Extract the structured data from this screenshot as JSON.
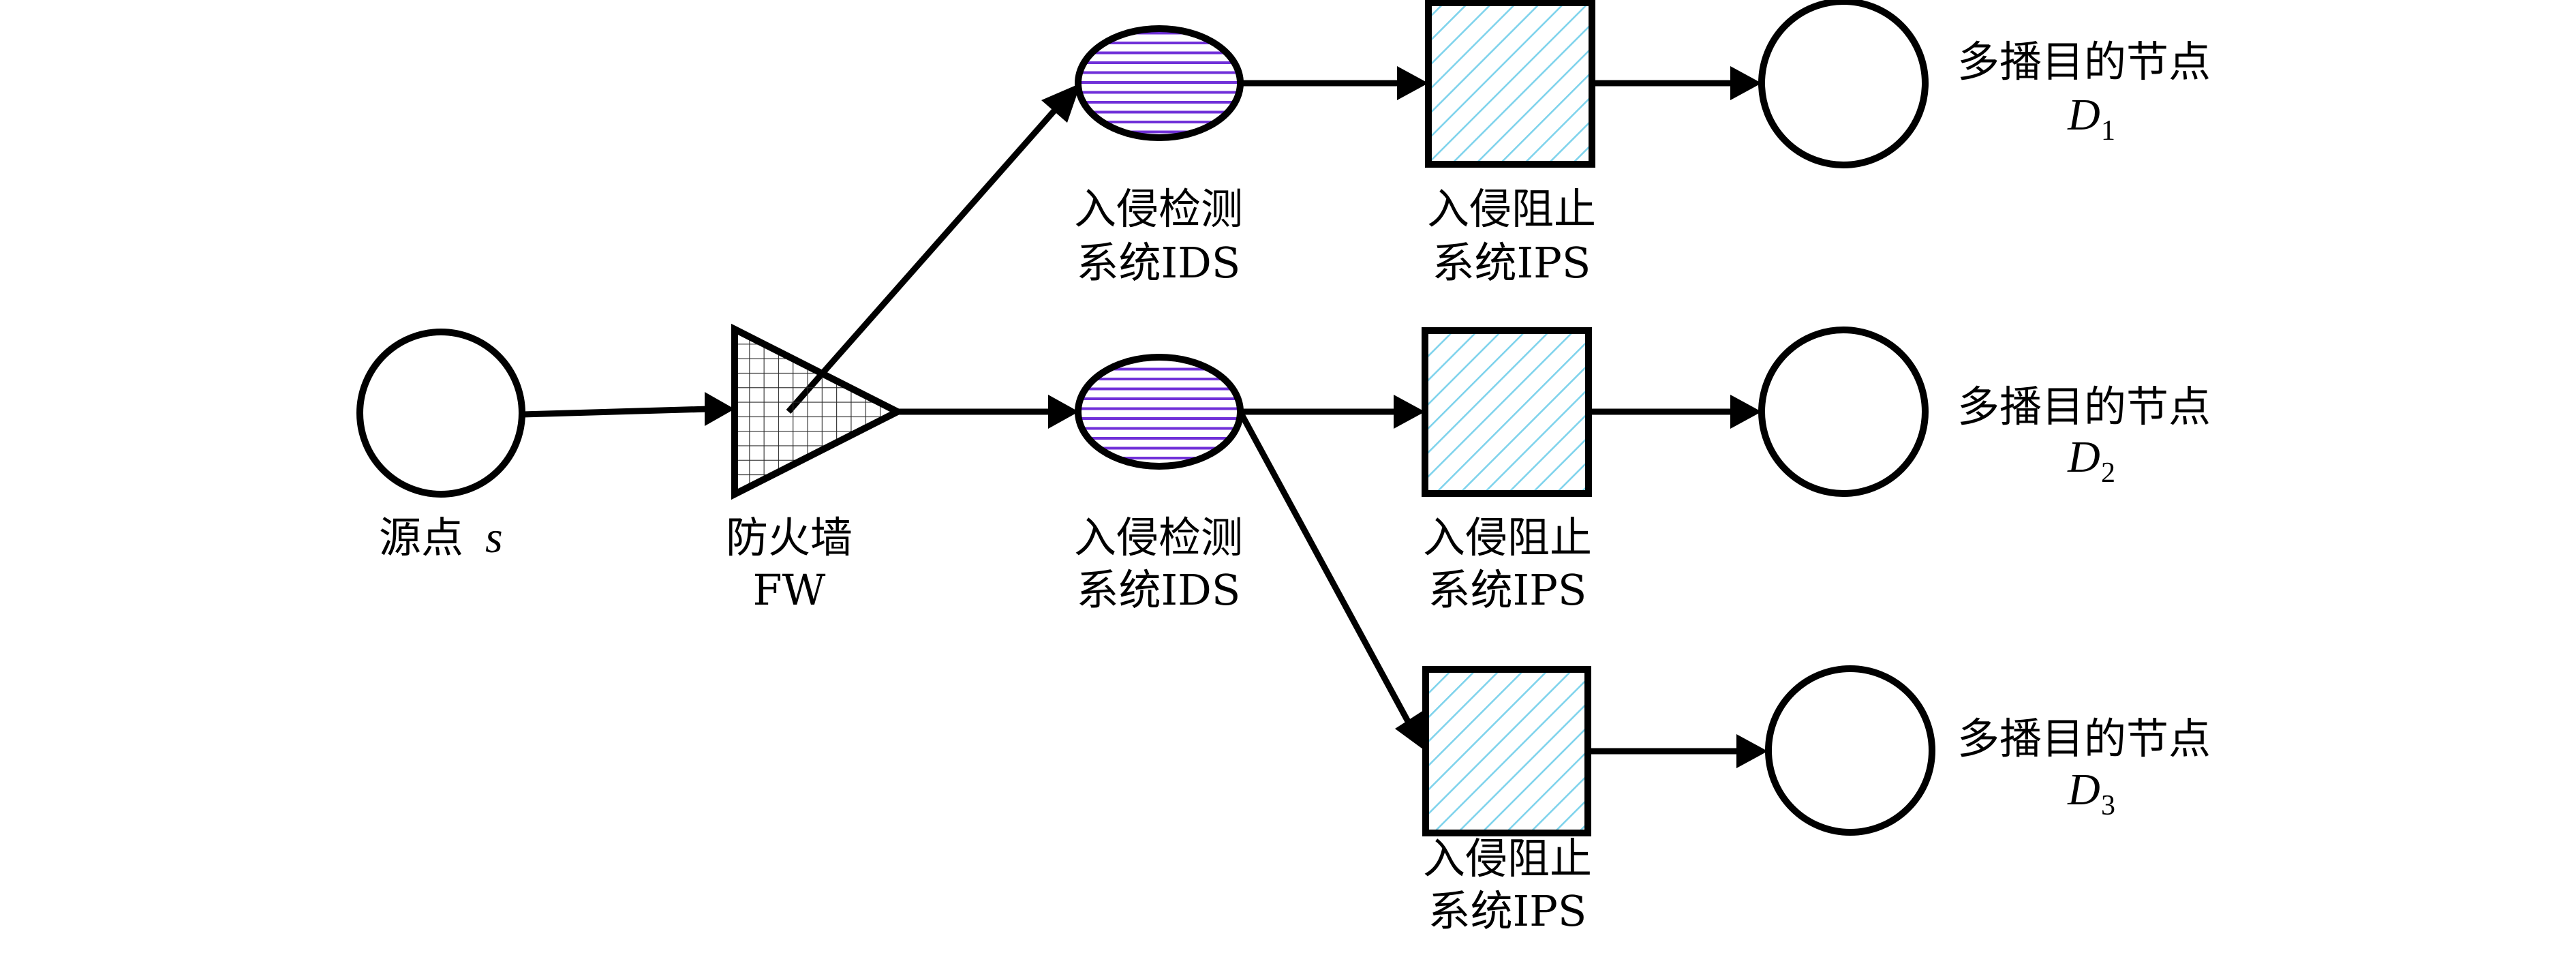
{
  "diagram": {
    "type": "multicast security chain",
    "colors": {
      "stroke": "#000000",
      "ids_hatch": "#7030D8",
      "ips_hatch": "#7FD3EC",
      "firewall_grid": "#2a2a2a",
      "background": "#ffffff"
    },
    "nodes": {
      "source": {
        "label": "源点",
        "var": "s",
        "shape": "circle"
      },
      "firewall": {
        "line1": "防火墙",
        "line2": "FW",
        "shape": "triangle",
        "fill": "grid"
      },
      "ids1": {
        "line1": "入侵检测",
        "line2": "系统IDS",
        "shape": "ellipse",
        "fill": "horizontal-hatch"
      },
      "ids2": {
        "line1": "入侵检测",
        "line2": "系统IDS",
        "shape": "ellipse",
        "fill": "horizontal-hatch"
      },
      "ips1": {
        "line1": "入侵阻止",
        "line2": "系统IPS",
        "shape": "square",
        "fill": "diagonal-hatch"
      },
      "ips2": {
        "line1": "入侵阻止",
        "line2": "系统IPS",
        "shape": "square",
        "fill": "diagonal-hatch"
      },
      "ips3": {
        "line1": "入侵阻止",
        "line2": "系统IPS",
        "shape": "square",
        "fill": "diagonal-hatch"
      },
      "d1": {
        "line1": "多播目的节点",
        "var": "D",
        "sub": "1",
        "shape": "circle"
      },
      "d2": {
        "line1": "多播目的节点",
        "var": "D",
        "sub": "2",
        "shape": "circle"
      },
      "d3": {
        "line1": "多播目的节点",
        "var": "D",
        "sub": "3",
        "shape": "circle"
      }
    },
    "edges": [
      {
        "from": "source",
        "to": "firewall"
      },
      {
        "from": "firewall",
        "to": "ids1"
      },
      {
        "from": "firewall",
        "to": "ids2"
      },
      {
        "from": "ids1",
        "to": "ips1"
      },
      {
        "from": "ids2",
        "to": "ips2"
      },
      {
        "from": "ids2",
        "to": "ips3"
      },
      {
        "from": "ips1",
        "to": "d1"
      },
      {
        "from": "ips2",
        "to": "d2"
      },
      {
        "from": "ips3",
        "to": "d3"
      }
    ]
  }
}
